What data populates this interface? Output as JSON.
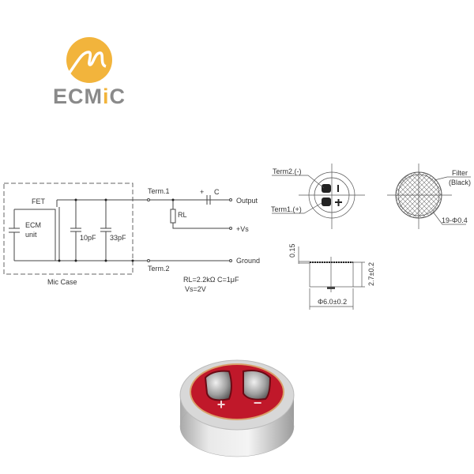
{
  "logo": {
    "text": "ECMIC",
    "brand_color": "#f2b43c",
    "gray": "#8a8a8a"
  },
  "circuit": {
    "fet": "FET",
    "ecm_line1": "ECM",
    "ecm_line2": "unit",
    "cap1": "10pF",
    "cap2": "33pF",
    "mic_case": "Mic Case",
    "term1": "Term.1",
    "term2": "Term.2",
    "cap_plus": "+",
    "cap_label": "C",
    "rl": "RL",
    "output": "Output",
    "vs": "+Vs",
    "ground": "Ground",
    "values_line1": "RL=2.2kΩ   C=1μF",
    "values_line2": "Vs=2V"
  },
  "drawing": {
    "term2_label": "Term2.(-)",
    "term1_label": "Term1.(+)",
    "filter_label": "Filter",
    "filter_color": "(Black)",
    "holes": "19-Φ0.4",
    "thickness": "0.15",
    "height": "2.7±0.2",
    "diameter": "Φ6.0±0.2"
  },
  "photo": {
    "plus": "+",
    "minus": "−",
    "face_color": "#c0182a"
  }
}
